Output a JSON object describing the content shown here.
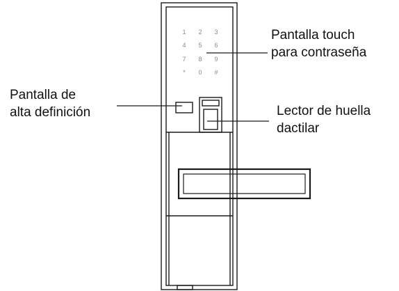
{
  "colors": {
    "line": "#1a1a1a",
    "text": "#111111",
    "keypad_text": "#8a8a8a",
    "background": "#ffffff"
  },
  "keypad": {
    "rows": [
      [
        "1",
        "2",
        "3"
      ],
      [
        "4",
        "5",
        "6"
      ],
      [
        "7",
        "8",
        "9"
      ],
      [
        "*",
        "0",
        "#"
      ]
    ]
  },
  "labels": {
    "touch_screen": {
      "line1": "Pantalla touch",
      "line2": "para contraseña"
    },
    "hd_display": {
      "line1": "Pantalla de",
      "line2": "alta definición"
    },
    "fingerprint": {
      "line1": "Lector de huella",
      "line2": "dactilar"
    }
  }
}
